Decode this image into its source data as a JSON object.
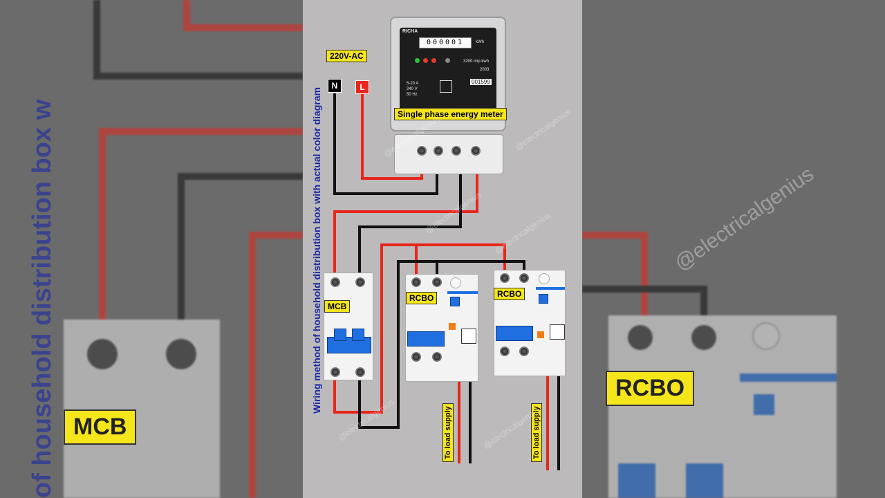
{
  "diagram": {
    "vertical_title": "Wiring method of household distribution box with actual color diagram",
    "supply_label": "220V-AC",
    "neutral_tag": "N",
    "live_tag": "L",
    "meter_label": "Single phase energy meter",
    "mcb_label": "MCB",
    "rcbo1_label": "RCBO",
    "rcbo2_label": "RCBO",
    "load1_label": "To load supply",
    "load2_label": "To load supply",
    "watermark": "@electricalgenius",
    "meter": {
      "brand": "RICHA",
      "reading": "000001",
      "unit": "kWh",
      "rating": "5-20 A",
      "voltage": "240 V",
      "frequency": "50 Hz",
      "serial": "001599",
      "year": "2003",
      "constant": "3200 imp kwh"
    }
  },
  "background": {
    "left_label": "MCB",
    "right_label": "RCBO",
    "left_title_fragment": "of household distribution box w",
    "watermark_fragment": "@electricalgenius"
  },
  "colors": {
    "live_wire": "#e8261b",
    "neutral_wire": "#111111",
    "label_yellow": "#f5e51b",
    "title_blue": "#1b2aa6",
    "breaker_blue": "#1f6fe0"
  }
}
